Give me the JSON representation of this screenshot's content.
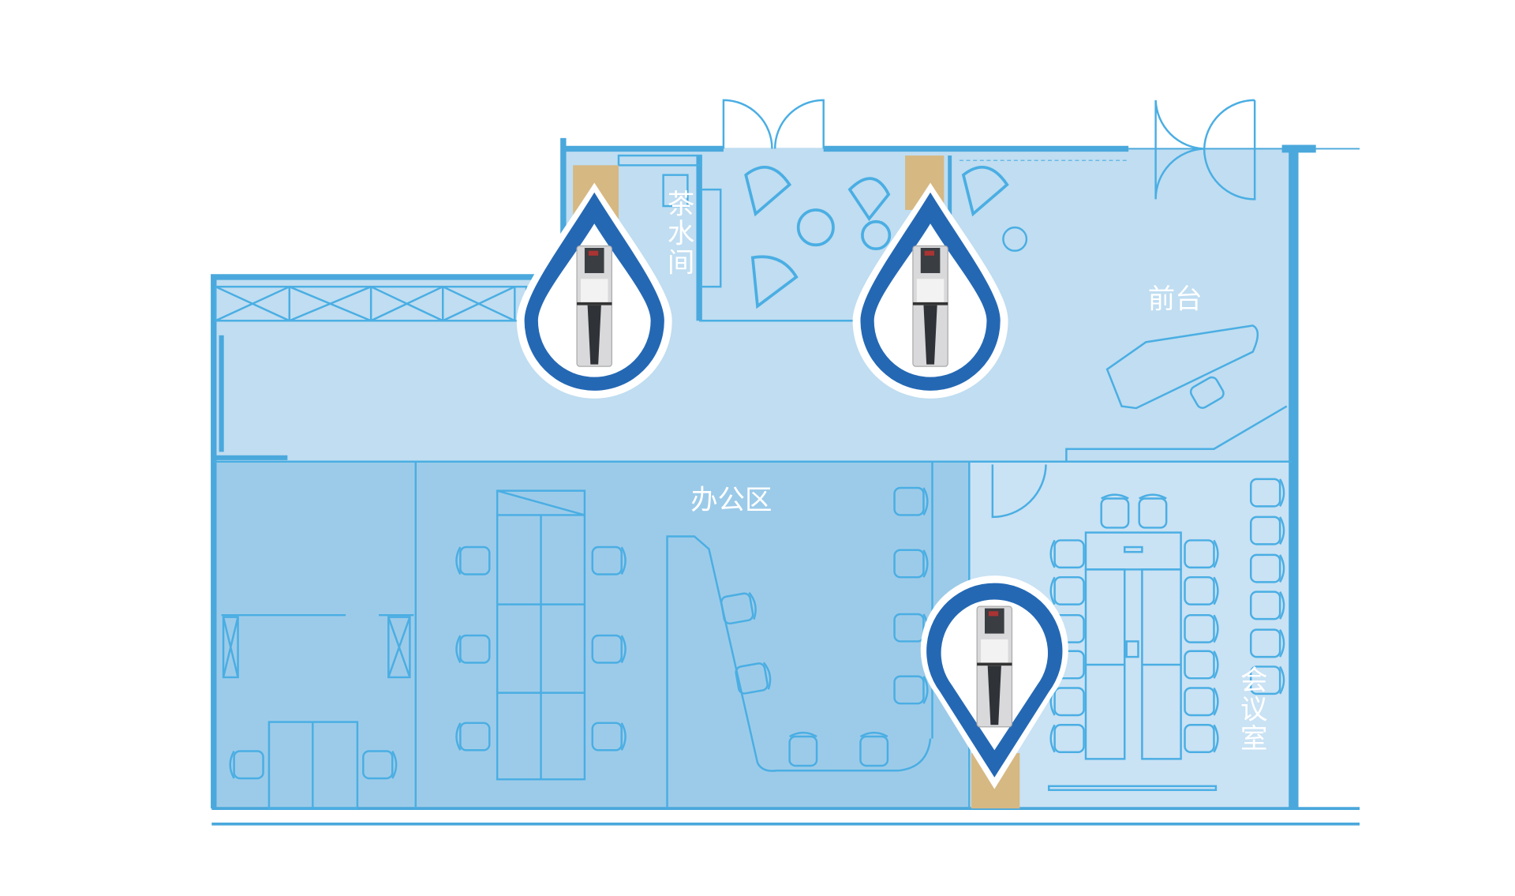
{
  "rooms": {
    "tea_room": "茶水间",
    "reception": "前台",
    "office_area": "办公区",
    "meeting_room": "会议室"
  },
  "colors": {
    "wall": "#4aa8dc",
    "corridor_fill": "#c0ddf1",
    "office_fill": "#9ccbe9",
    "meeting_fill": "#c9e2f4",
    "marker": "#2468b4",
    "location_highlight": "#d6b883"
  },
  "markers": [
    {
      "type": "water-dispenser",
      "style": "drop",
      "room": "tea_room"
    },
    {
      "type": "water-dispenser",
      "style": "drop",
      "room": "lounge"
    },
    {
      "type": "water-dispenser",
      "style": "pin",
      "room": "meeting_room"
    }
  ]
}
